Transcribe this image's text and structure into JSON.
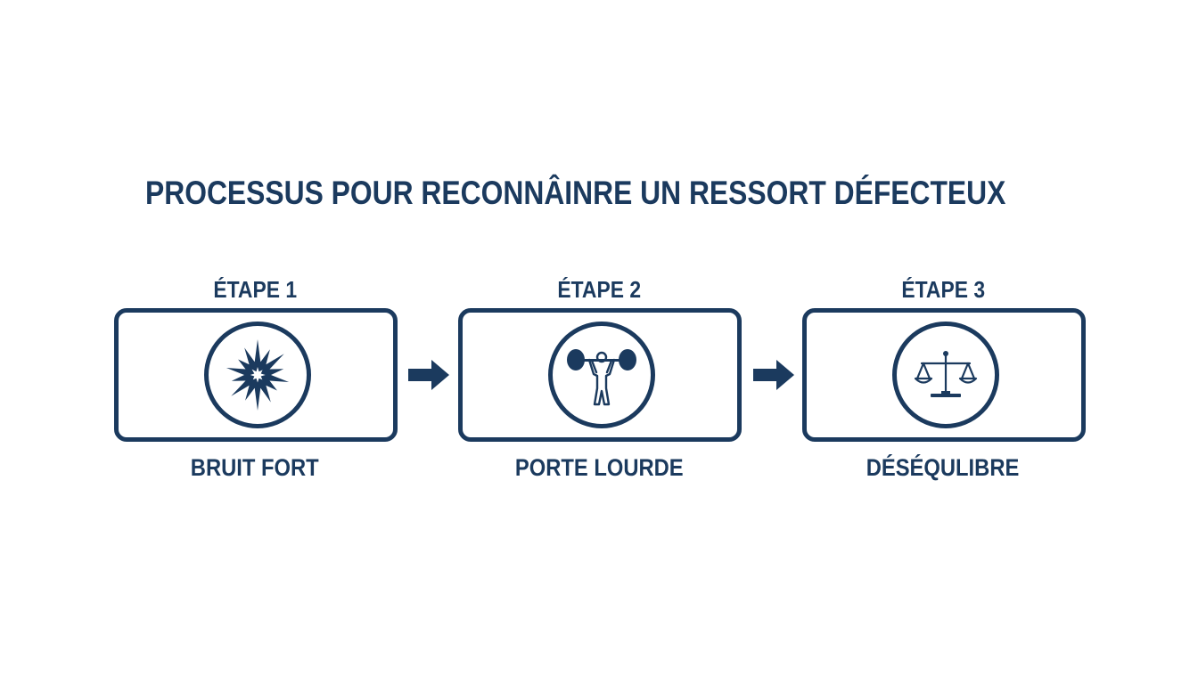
{
  "title": "PROCESSUS POUR RECONNÂINRE UN RESSORT DÉFECTEUX",
  "colors": {
    "primary": "#1b3a5e",
    "background": "#ffffff"
  },
  "steps": [
    {
      "label": "ÉTAPE 1",
      "caption": "BRUIT FORT",
      "icon": "explosion-icon"
    },
    {
      "label": "ÉTAPE 2",
      "caption": "PORTE LOURDE",
      "icon": "weightlifter-icon"
    },
    {
      "label": "ÉTAPE 3",
      "caption": "DÉSÉQULIBRE",
      "icon": "balance-scale-icon"
    }
  ]
}
